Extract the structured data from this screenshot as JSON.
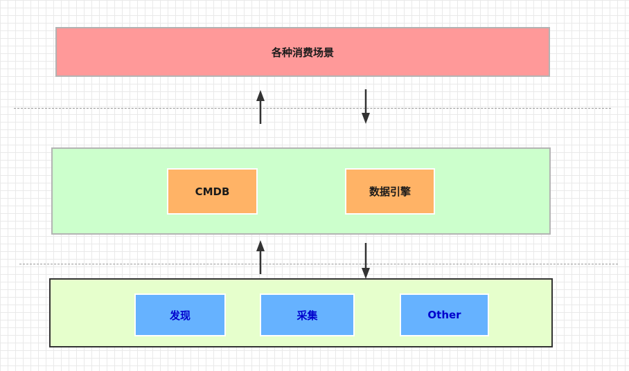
{
  "diagram": {
    "top_layer": {
      "label": "各种消费场景",
      "color": "#ff9999"
    },
    "middle_layer": {
      "color": "#ccffcc",
      "boxes": [
        {
          "label": "CMDB",
          "color": "#ffb366"
        },
        {
          "label": "数据引擎",
          "color": "#ffb366"
        }
      ]
    },
    "bottom_layer": {
      "color": "#e6ffcc",
      "boxes": [
        {
          "label": "发现",
          "color": "#66b2ff"
        },
        {
          "label": "采集",
          "color": "#66b2ff"
        },
        {
          "label": "Other",
          "color": "#66b2ff"
        }
      ]
    },
    "colors": {
      "arrow": "#333333",
      "separator": "#999999",
      "blue_text": "#0000cc"
    }
  }
}
